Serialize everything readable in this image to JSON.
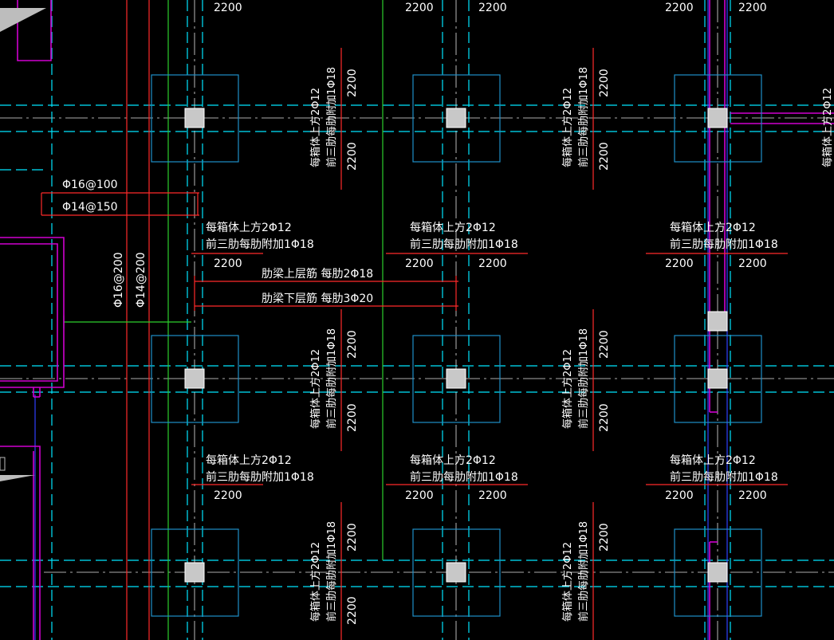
{
  "drawing": {
    "dimension_value": "2200",
    "note_line_1": "每箱体上方2Φ12",
    "note_line_2": "前三肋每肋附加1Φ18",
    "rebar_top": "Φ16@100",
    "rebar_bottom": "Φ14@150",
    "rebar_left_v1": "Φ16@200",
    "rebar_left_v2": "Φ14@200",
    "beam_top_label": "肋梁上层筋 每肋2Φ18",
    "beam_bottom_label": "肋梁下层筋 每肋3Φ20"
  },
  "colors": {
    "background": "#000000",
    "grid_dash": "#00e5ff",
    "box_outline": "#1e90c8",
    "red_line": "#ff2a2a",
    "magenta_wall": "#d000d0",
    "green_line": "#2ccf2c",
    "column_fill": "#c8c8c8",
    "text": "#ffffff"
  }
}
